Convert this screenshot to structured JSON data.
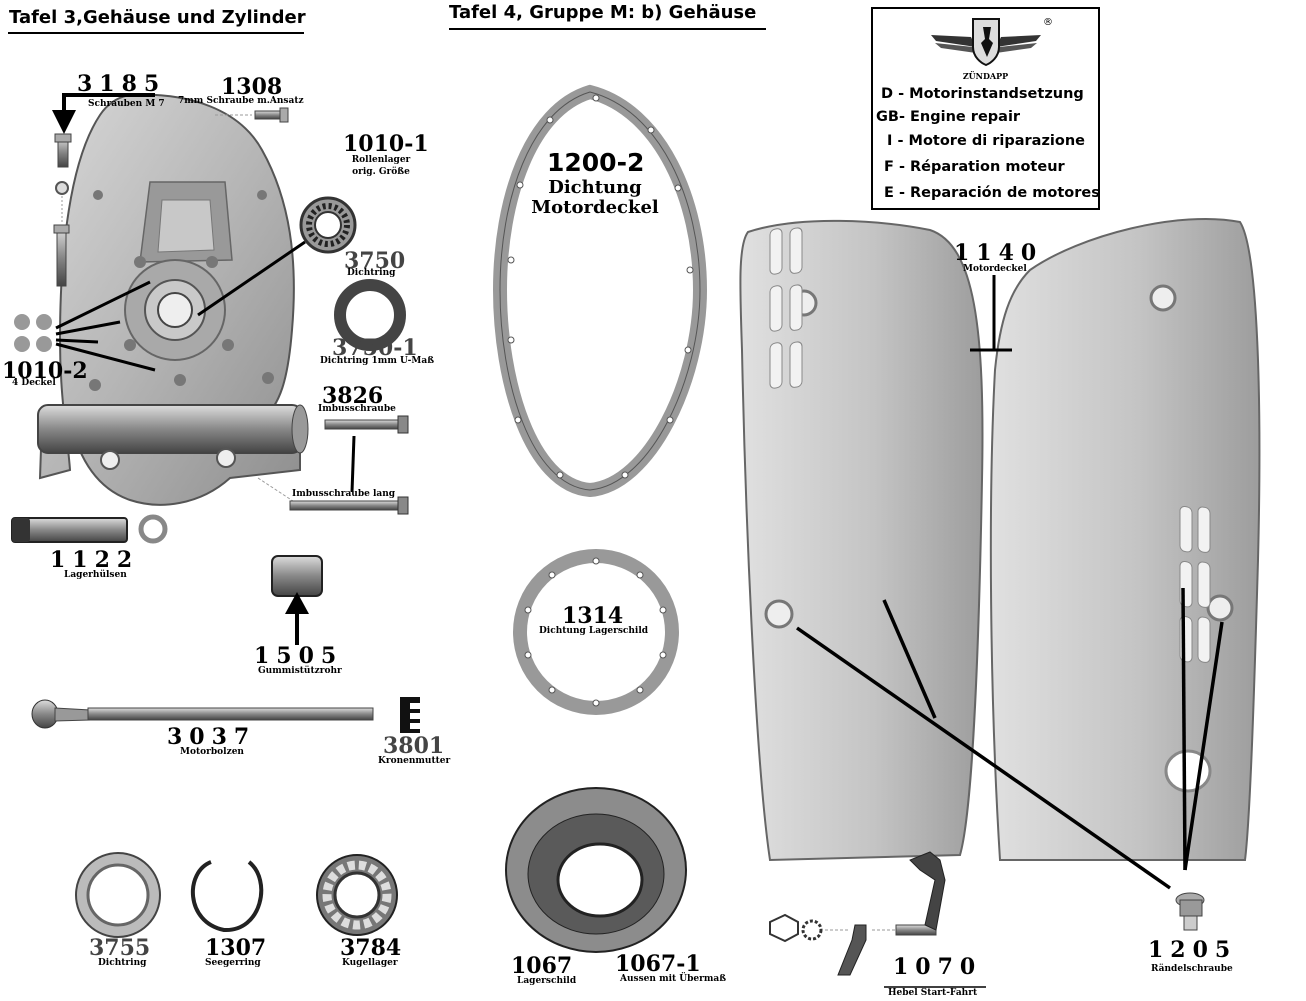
{
  "titles": {
    "left": "Tafel 3,Gehäuse und Zylinder",
    "middle": "Tafel 4, Gruppe M: b) Gehäuse"
  },
  "legend": {
    "brand": "ZÜNDAPP",
    "trademark": "®",
    "languages": [
      "D - Motorinstandsetzung",
      "GB- Engine repair",
      "I - Motore di riparazione",
      "F - Réparation moteur",
      "E - Reparación de motores"
    ]
  },
  "parts": {
    "p3185": {
      "number": "3185",
      "name": "Schrauben M 7"
    },
    "p1308": {
      "number": "1308",
      "name": "7mm Schraube m.Ansatz"
    },
    "p1010_1": {
      "number": "1010-1",
      "name_line1": "Rollenlager",
      "name_line2": "orig. Größe"
    },
    "p3750": {
      "number": "3750",
      "name": "Dichtring"
    },
    "p3750_1": {
      "number": "3750-1",
      "name": "Dichtring 1mm U-Maß"
    },
    "p1010_2": {
      "number": "1010-2",
      "name": "4 Deckel"
    },
    "p3826": {
      "number": "3826",
      "name": "Imbusschraube",
      "name2": "Imbusschraube lang"
    },
    "p1122": {
      "number": "1122",
      "name": "Lagerhülsen"
    },
    "p1505": {
      "number": "1505",
      "name": "Gummistützrohr"
    },
    "p3037": {
      "number": "3037",
      "name": "Motorbolzen"
    },
    "p3801": {
      "number": "3801",
      "name": "Kronenmutter"
    },
    "p3755": {
      "number": "3755",
      "name": "Dichtring"
    },
    "p1307": {
      "number": "1307",
      "name": "Seegerring"
    },
    "p3784": {
      "number": "3784",
      "name": "Kugellager"
    },
    "p1200_2": {
      "number": "1200-2",
      "name_line1": "Dichtung",
      "name_line2": "Motordeckel"
    },
    "p1314": {
      "number": "1314",
      "name": "Dichtung Lagerschild"
    },
    "p1067": {
      "number": "1067",
      "name": "Lagerschild"
    },
    "p1067_1": {
      "number": "1067-1",
      "name": "Aussen mit Übermaß"
    },
    "p1140": {
      "number": "1140",
      "name": "Motordeckel"
    },
    "p1070": {
      "number": "1070",
      "name": "Hebel   Start-Fahrt"
    },
    "p1205": {
      "number": "1205",
      "name": "Rändelschraube"
    }
  },
  "colors": {
    "ink": "#000000",
    "metal": "#b9b9b9",
    "metal_dark": "#8a8a8a",
    "gasket": "#9a9a9a"
  }
}
